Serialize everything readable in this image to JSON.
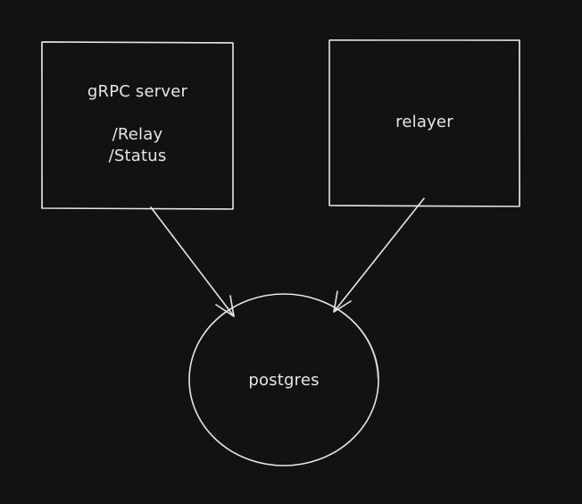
{
  "colors": {
    "background": "#121212",
    "stroke": "#e6e6e6",
    "text": "#e6e6e6"
  },
  "nodes": {
    "grpc_server": {
      "title": "gRPC server",
      "endpoints": [
        "/Relay",
        "/Status"
      ]
    },
    "relayer": {
      "title": "relayer"
    },
    "postgres": {
      "title": "postgres"
    }
  },
  "edges": [
    {
      "from": "grpc_server",
      "to": "postgres"
    },
    {
      "from": "relayer",
      "to": "postgres"
    }
  ]
}
